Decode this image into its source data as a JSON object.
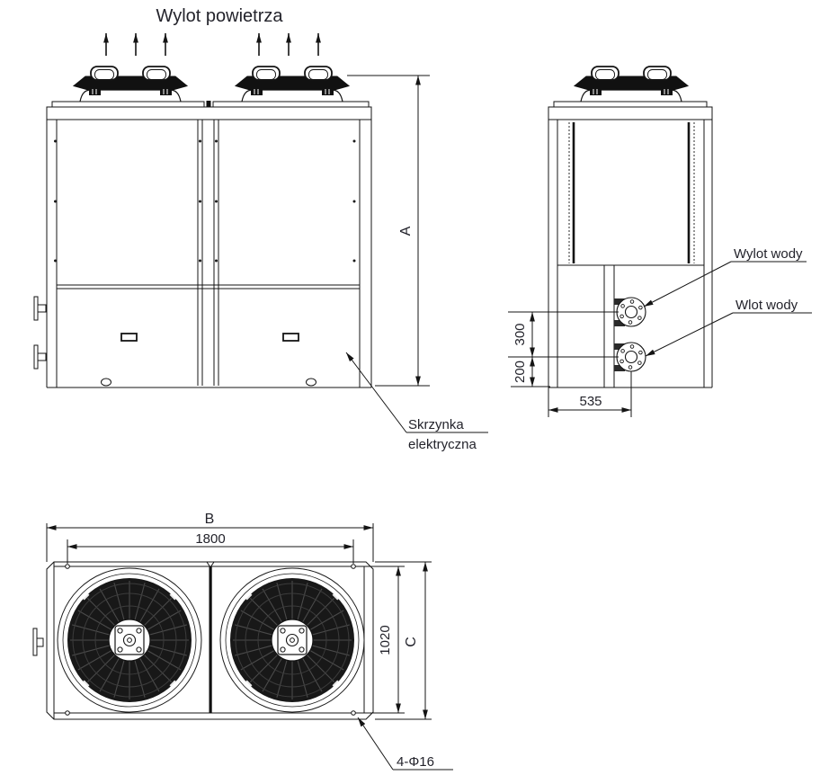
{
  "diagram": {
    "labels": {
      "air_outlet": "Wylot powietrza",
      "electrical_box_line1": "Skrzynka",
      "electrical_box_line2": "elektryczna",
      "water_outlet": "Wylot wody",
      "water_inlet": "Wlot wody",
      "mounting_holes": "4-Φ16"
    },
    "dimensions": {
      "overall_height": "A",
      "overall_width": "B",
      "overall_depth": "C",
      "hole_spacing_width": "1800",
      "hole_spacing_depth": "1020",
      "outlet_above_inlet": "300",
      "inlet_above_base": "200",
      "inlet_from_edge": "535"
    },
    "colors": {
      "line": "#141414",
      "text": "#23232b",
      "background": "#ffffff"
    }
  }
}
